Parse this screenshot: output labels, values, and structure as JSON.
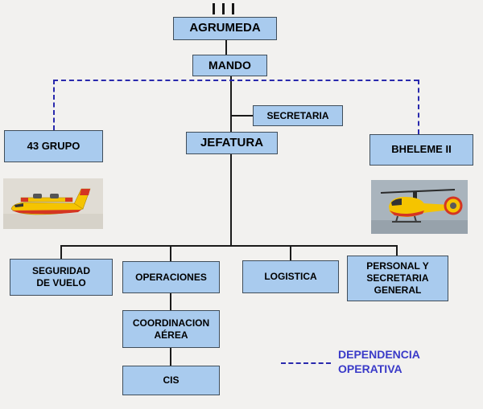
{
  "diagram": {
    "nodes": {
      "agrumeda": "AGRUMEDA",
      "mando": "MANDO",
      "secretaria": "SECRETARIA",
      "jefatura": "JEFATURA",
      "grupo_43": "43 GRUPO",
      "bheleme_ii": "BHELEME II",
      "seguridad_de_vuelo": "SEGURIDAD\nDE VUELO",
      "operaciones": "OPERACIONES",
      "logistica": "LOGISTICA",
      "personal_y_secretaria": "PERSONAL Y\nSECRETARIA\nGENERAL",
      "coordinacion_aerea": "COORDINACION\nAÉREA",
      "cis": "CIS"
    },
    "legend": {
      "dependencia_operativa": "DEPENDENCIA\nOPERATIVA"
    },
    "icons": {
      "mast": "mast-marks-icon",
      "plane": "seaplane-photo",
      "helicopter": "helicopter-photo"
    },
    "colors": {
      "background": "#f2f1ef",
      "box_fill": "#a9cbee",
      "box_border": "#3f4d5a",
      "connector": "#1a1a1a",
      "dashed_line": "#2929ad",
      "legend_text": "#3a3ac8",
      "aircraft_yellow": "#f5c400",
      "aircraft_red": "#d43522"
    }
  }
}
